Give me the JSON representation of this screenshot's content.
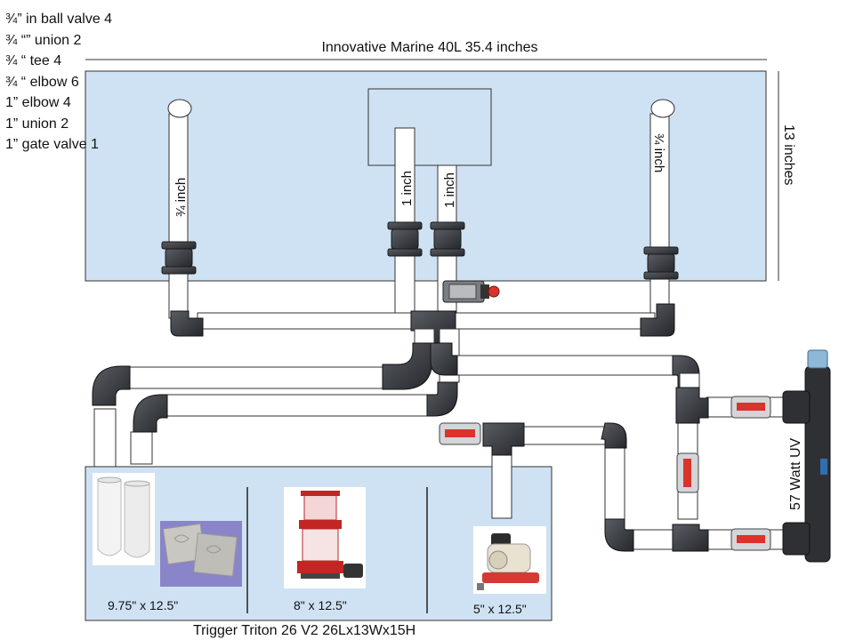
{
  "parts_list": [
    "¾” in ball valve 4",
    "¾ “” union 2",
    "¾ “ tee 4",
    "¾ “ elbow 6",
    "1” elbow 4",
    "1” union 2",
    "1” gate valve 1"
  ],
  "display_tank": {
    "title": "Innovative Marine 40L 35.4 inches",
    "height_label": "13  inches",
    "fill": "#cfe2f3"
  },
  "pipe_labels": {
    "left": "¾ inch",
    "center_left": "1 inch",
    "center_right": "1 inch",
    "right": "¾ inch"
  },
  "sump": {
    "title": "Trigger Triton 26 V2 26Lx13Wx15H",
    "filter_size": "9.75\" x 12.5\"",
    "skimmer_size": "8\" x 12.5\"",
    "pump_size": "5\" x 12.5\""
  },
  "uv": {
    "label": "57 Watt UV"
  },
  "colors": {
    "fitting": "#3a3d42",
    "valve_red": "#d9332b",
    "pipe": "#ffffff",
    "outline": "#222222"
  }
}
